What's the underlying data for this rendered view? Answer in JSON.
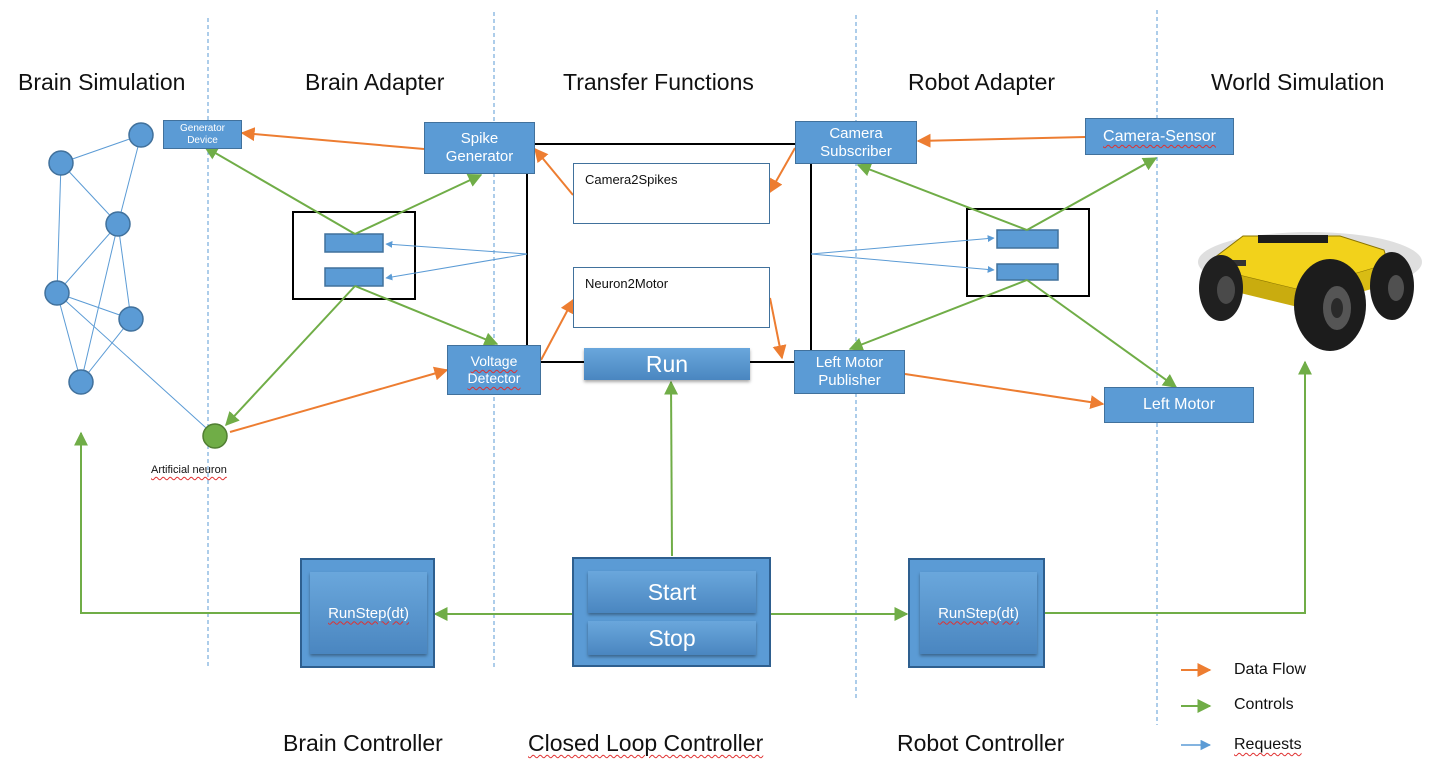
{
  "columns": {
    "brain_simulation": "Brain Simulation",
    "brain_adapter": "Brain Adapter",
    "transfer_functions": "Transfer Functions",
    "robot_adapter": "Robot Adapter",
    "world_simulation": "World Simulation"
  },
  "brain_sim": {
    "generator_device": "Generator Device",
    "artificial_neuron": "Artificial neuron"
  },
  "brain_adapter": {
    "spike_generator": "Spike Generator",
    "voltage_detector": "Voltage Detector"
  },
  "transfer_functions": {
    "camera2spikes": "Camera2Spikes",
    "neuron2motor": "Neuron2Motor",
    "run": "Run"
  },
  "robot_adapter": {
    "camera_subscriber": "Camera Subscriber",
    "left_motor_publisher": "Left Motor Publisher"
  },
  "world_sim": {
    "camera_sensor": "Camera-Sensor",
    "left_motor": "Left Motor"
  },
  "controllers": {
    "brain_runstep": "RunStep(dt)",
    "start": "Start",
    "stop": "Stop",
    "robot_runstep": "RunStep(dt)",
    "brain_controller": "Brain Controller",
    "closed_loop_controller": "Closed Loop Controller",
    "robot_controller": "Robot Controller"
  },
  "legend": {
    "data_flow": "Data Flow",
    "controls": "Controls",
    "requests": "Requests"
  },
  "colors": {
    "data_flow": "#ed7d31",
    "controls": "#70ad47",
    "requests": "#5b9bd5",
    "box_fill": "#5b9bd5",
    "robot_body": "#f2d21b"
  }
}
